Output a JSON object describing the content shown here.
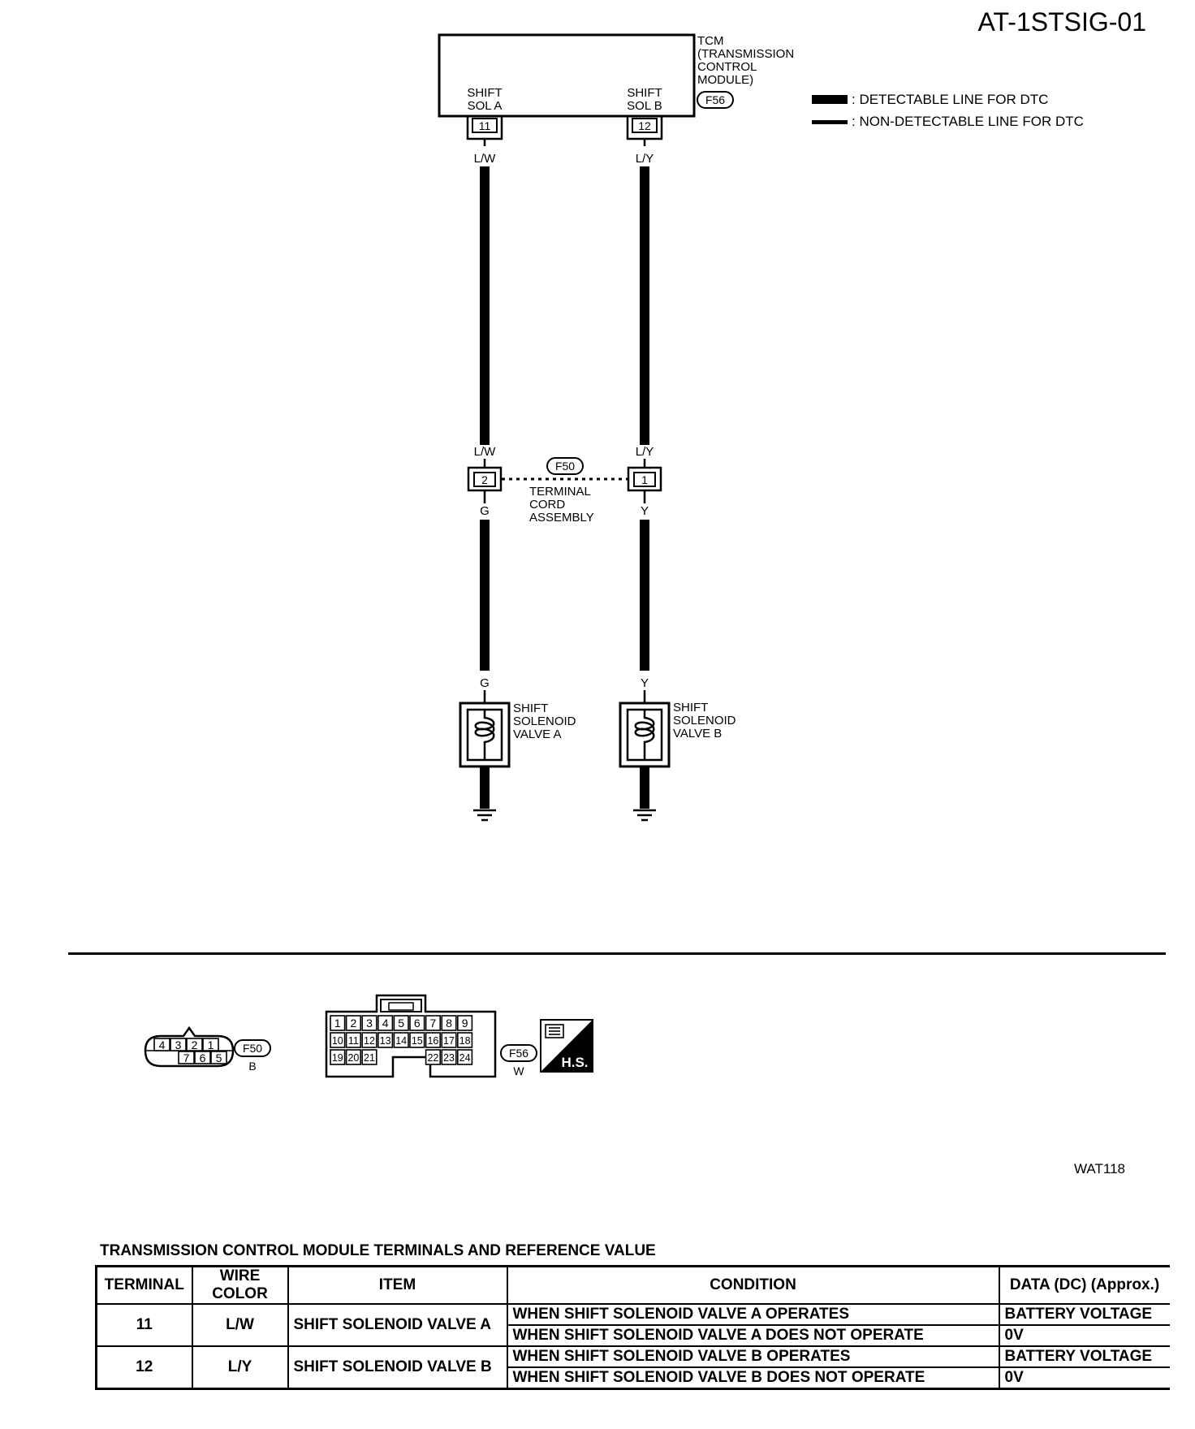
{
  "page_id": "AT-1STSIG-01",
  "figure_code": "WAT118",
  "tcm": {
    "lines": [
      "TCM",
      "(TRANSMISSION",
      "CONTROL",
      "MODULE)"
    ],
    "connector": "F56",
    "pin_a_label": [
      "SHIFT",
      "SOL A"
    ],
    "pin_b_label": [
      "SHIFT",
      "SOL B"
    ],
    "pin_a": "11",
    "pin_b": "12"
  },
  "legend": {
    "detectable": ": DETECTABLE LINE FOR DTC",
    "non_detectable": ": NON-DETECTABLE LINE FOR DTC"
  },
  "wires": {
    "a_upper": "L/W",
    "b_upper": "L/Y",
    "a_lower": "G",
    "b_lower": "Y"
  },
  "terminal_cord": {
    "connector": "F50",
    "pin_a": "2",
    "pin_b": "1",
    "lines": [
      "TERMINAL",
      "CORD",
      "ASSEMBLY"
    ]
  },
  "solenoid_a": [
    "SHIFT",
    "SOLENOID",
    "VALVE A"
  ],
  "solenoid_b": [
    "SHIFT",
    "SOLENOID",
    "VALVE B"
  ],
  "connector_f50": {
    "id": "F50",
    "color": "B",
    "top_row": [
      "4",
      "3",
      "2",
      "1"
    ],
    "bottom_row": [
      "7",
      "6",
      "5"
    ]
  },
  "connector_f56": {
    "id": "F56",
    "color": "W",
    "row1": [
      "1",
      "2",
      "3",
      "4",
      "5",
      "6",
      "7",
      "8",
      "9"
    ],
    "row2": [
      "10",
      "11",
      "12",
      "13",
      "14",
      "15",
      "16",
      "17",
      "18"
    ],
    "row3_left": [
      "19",
      "20",
      "21"
    ],
    "row3_right": [
      "22",
      "23",
      "24"
    ]
  },
  "hs_badge": "H.S.",
  "table": {
    "title": "TRANSMISSION CONTROL MODULE TERMINALS AND REFERENCE VALUE",
    "headers": [
      "TERMINAL",
      "WIRE COLOR",
      "ITEM",
      "CONDITION",
      "DATA (DC) (Approx.)"
    ],
    "rows": [
      {
        "terminal": "11",
        "wire": "L/W",
        "item": "SHIFT SOLENOID VALVE A",
        "conditions": [
          {
            "condition": "WHEN SHIFT SOLENOID VALVE A OPERATES",
            "data": "BATTERY VOLTAGE"
          },
          {
            "condition": "WHEN SHIFT SOLENOID VALVE A DOES NOT OPERATE",
            "data": "0V"
          }
        ]
      },
      {
        "terminal": "12",
        "wire": "L/Y",
        "item": "SHIFT SOLENOID VALVE B",
        "conditions": [
          {
            "condition": "WHEN SHIFT SOLENOID VALVE B OPERATES",
            "data": "BATTERY VOLTAGE"
          },
          {
            "condition": "WHEN SHIFT SOLENOID VALVE B DOES NOT OPERATE",
            "data": "0V"
          }
        ]
      }
    ]
  }
}
